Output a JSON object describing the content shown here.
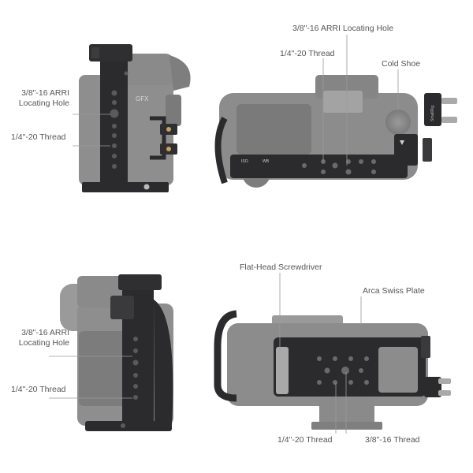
{
  "labels": {
    "tl_arri": [
      "3/8\"-16 ARRI",
      "Locating Hole"
    ],
    "tl_thread": "1/4\"-20 Thread",
    "tr_arri": "3/8\"-16 ARRI Locating Hole",
    "tr_thread": "1/4\"-20 Thread",
    "tr_coldshoe": "Cold Shoe",
    "bl_arri": [
      "3/8\"-16 ARRI",
      "Locating Hole"
    ],
    "bl_thread": "1/4\"-20 Thread",
    "br_screwdriver": "Flat-Head Screwdriver",
    "br_arca": "Arca Swiss Plate",
    "br_thread14": "1/4\"-20 Thread",
    "br_thread38": "3/8\"-16 Thread"
  },
  "engravings": {
    "gfx": "GFX",
    "smallrig": "SmallRig",
    "iso": "ISO",
    "wb": "WB"
  },
  "colors": {
    "cage": "#2b2b2d",
    "camera": "#8c8c8c",
    "camera_dark": "#6f6f6f",
    "leader": "#9a9a9a",
    "text": "#555555"
  }
}
